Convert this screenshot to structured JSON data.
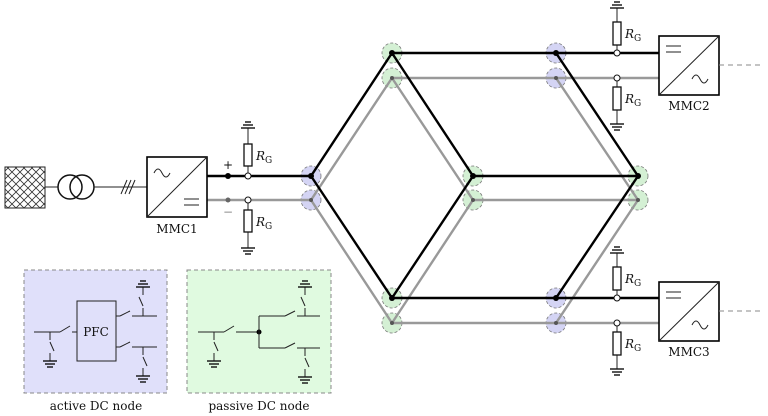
{
  "converters": [
    {
      "name": "MMC1"
    },
    {
      "name": "MMC2"
    },
    {
      "name": "MMC3"
    }
  ],
  "resistor": {
    "symbol": "R",
    "subscript": "G"
  },
  "polarity": {
    "plus": "+",
    "minus": "−"
  },
  "legend": {
    "active": {
      "label": "active DC node",
      "block": "PFC",
      "color": "#e0e0fa"
    },
    "passive": {
      "label": "passive DC node",
      "color": "#e0fae0"
    }
  },
  "colors": {
    "positive_pole": "#000000",
    "negative_pole": "#999999",
    "active_node": "#c8c8f0",
    "passive_node": "#c8ecc8"
  }
}
